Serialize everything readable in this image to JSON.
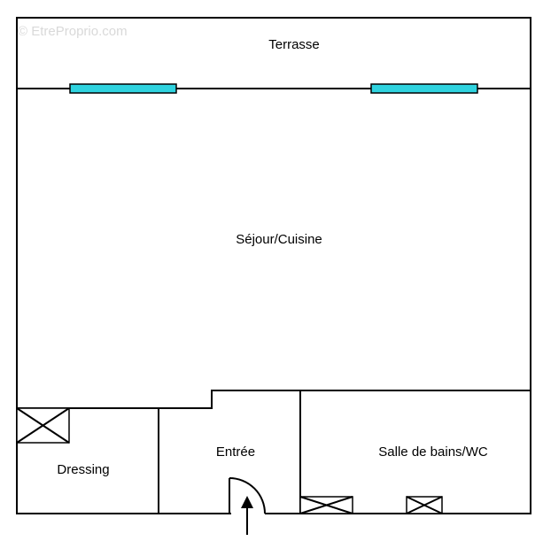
{
  "watermark": "© EtreProprio.com",
  "rooms": {
    "terrasse": "Terrasse",
    "sejour": "Séjour/Cuisine",
    "dressing": "Dressing",
    "entree": "Entrée",
    "salle_de_bains": "Salle de bains/WC"
  },
  "colors": {
    "window": "#2fd3df",
    "wall": "#000000"
  }
}
